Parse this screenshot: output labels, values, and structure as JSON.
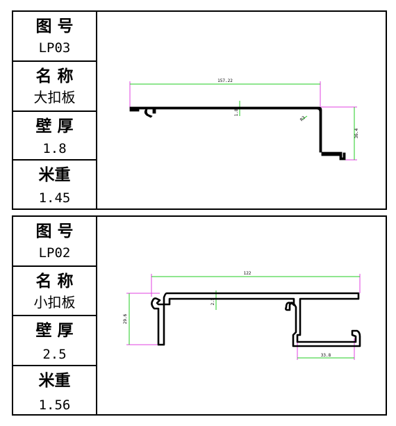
{
  "sheets": [
    {
      "fig_label": "图  号",
      "fig_value": "LP03",
      "name_label": "名  称",
      "name_value": "大扣板",
      "wall_label": "壁  厚",
      "wall_value": "1.8",
      "weight_label": "米重",
      "weight_value": "1.45",
      "dims": {
        "length": "157.22",
        "thickness": "1.8",
        "radius": "R3",
        "height": "36.4"
      }
    },
    {
      "fig_label": "图  号",
      "fig_value": "LP02",
      "name_label": "名  称",
      "name_value": "小扣板",
      "wall_label": "壁  厚",
      "wall_value": "2.5",
      "weight_label": "米重",
      "weight_value": "1.56",
      "dims": {
        "length": "122",
        "thickness": "2.5",
        "height": "29.6",
        "foot": "33.8"
      }
    }
  ],
  "colors": {
    "dimension_line": "#22cc22",
    "extension_line": "#e040e0",
    "profile": "#000000"
  }
}
